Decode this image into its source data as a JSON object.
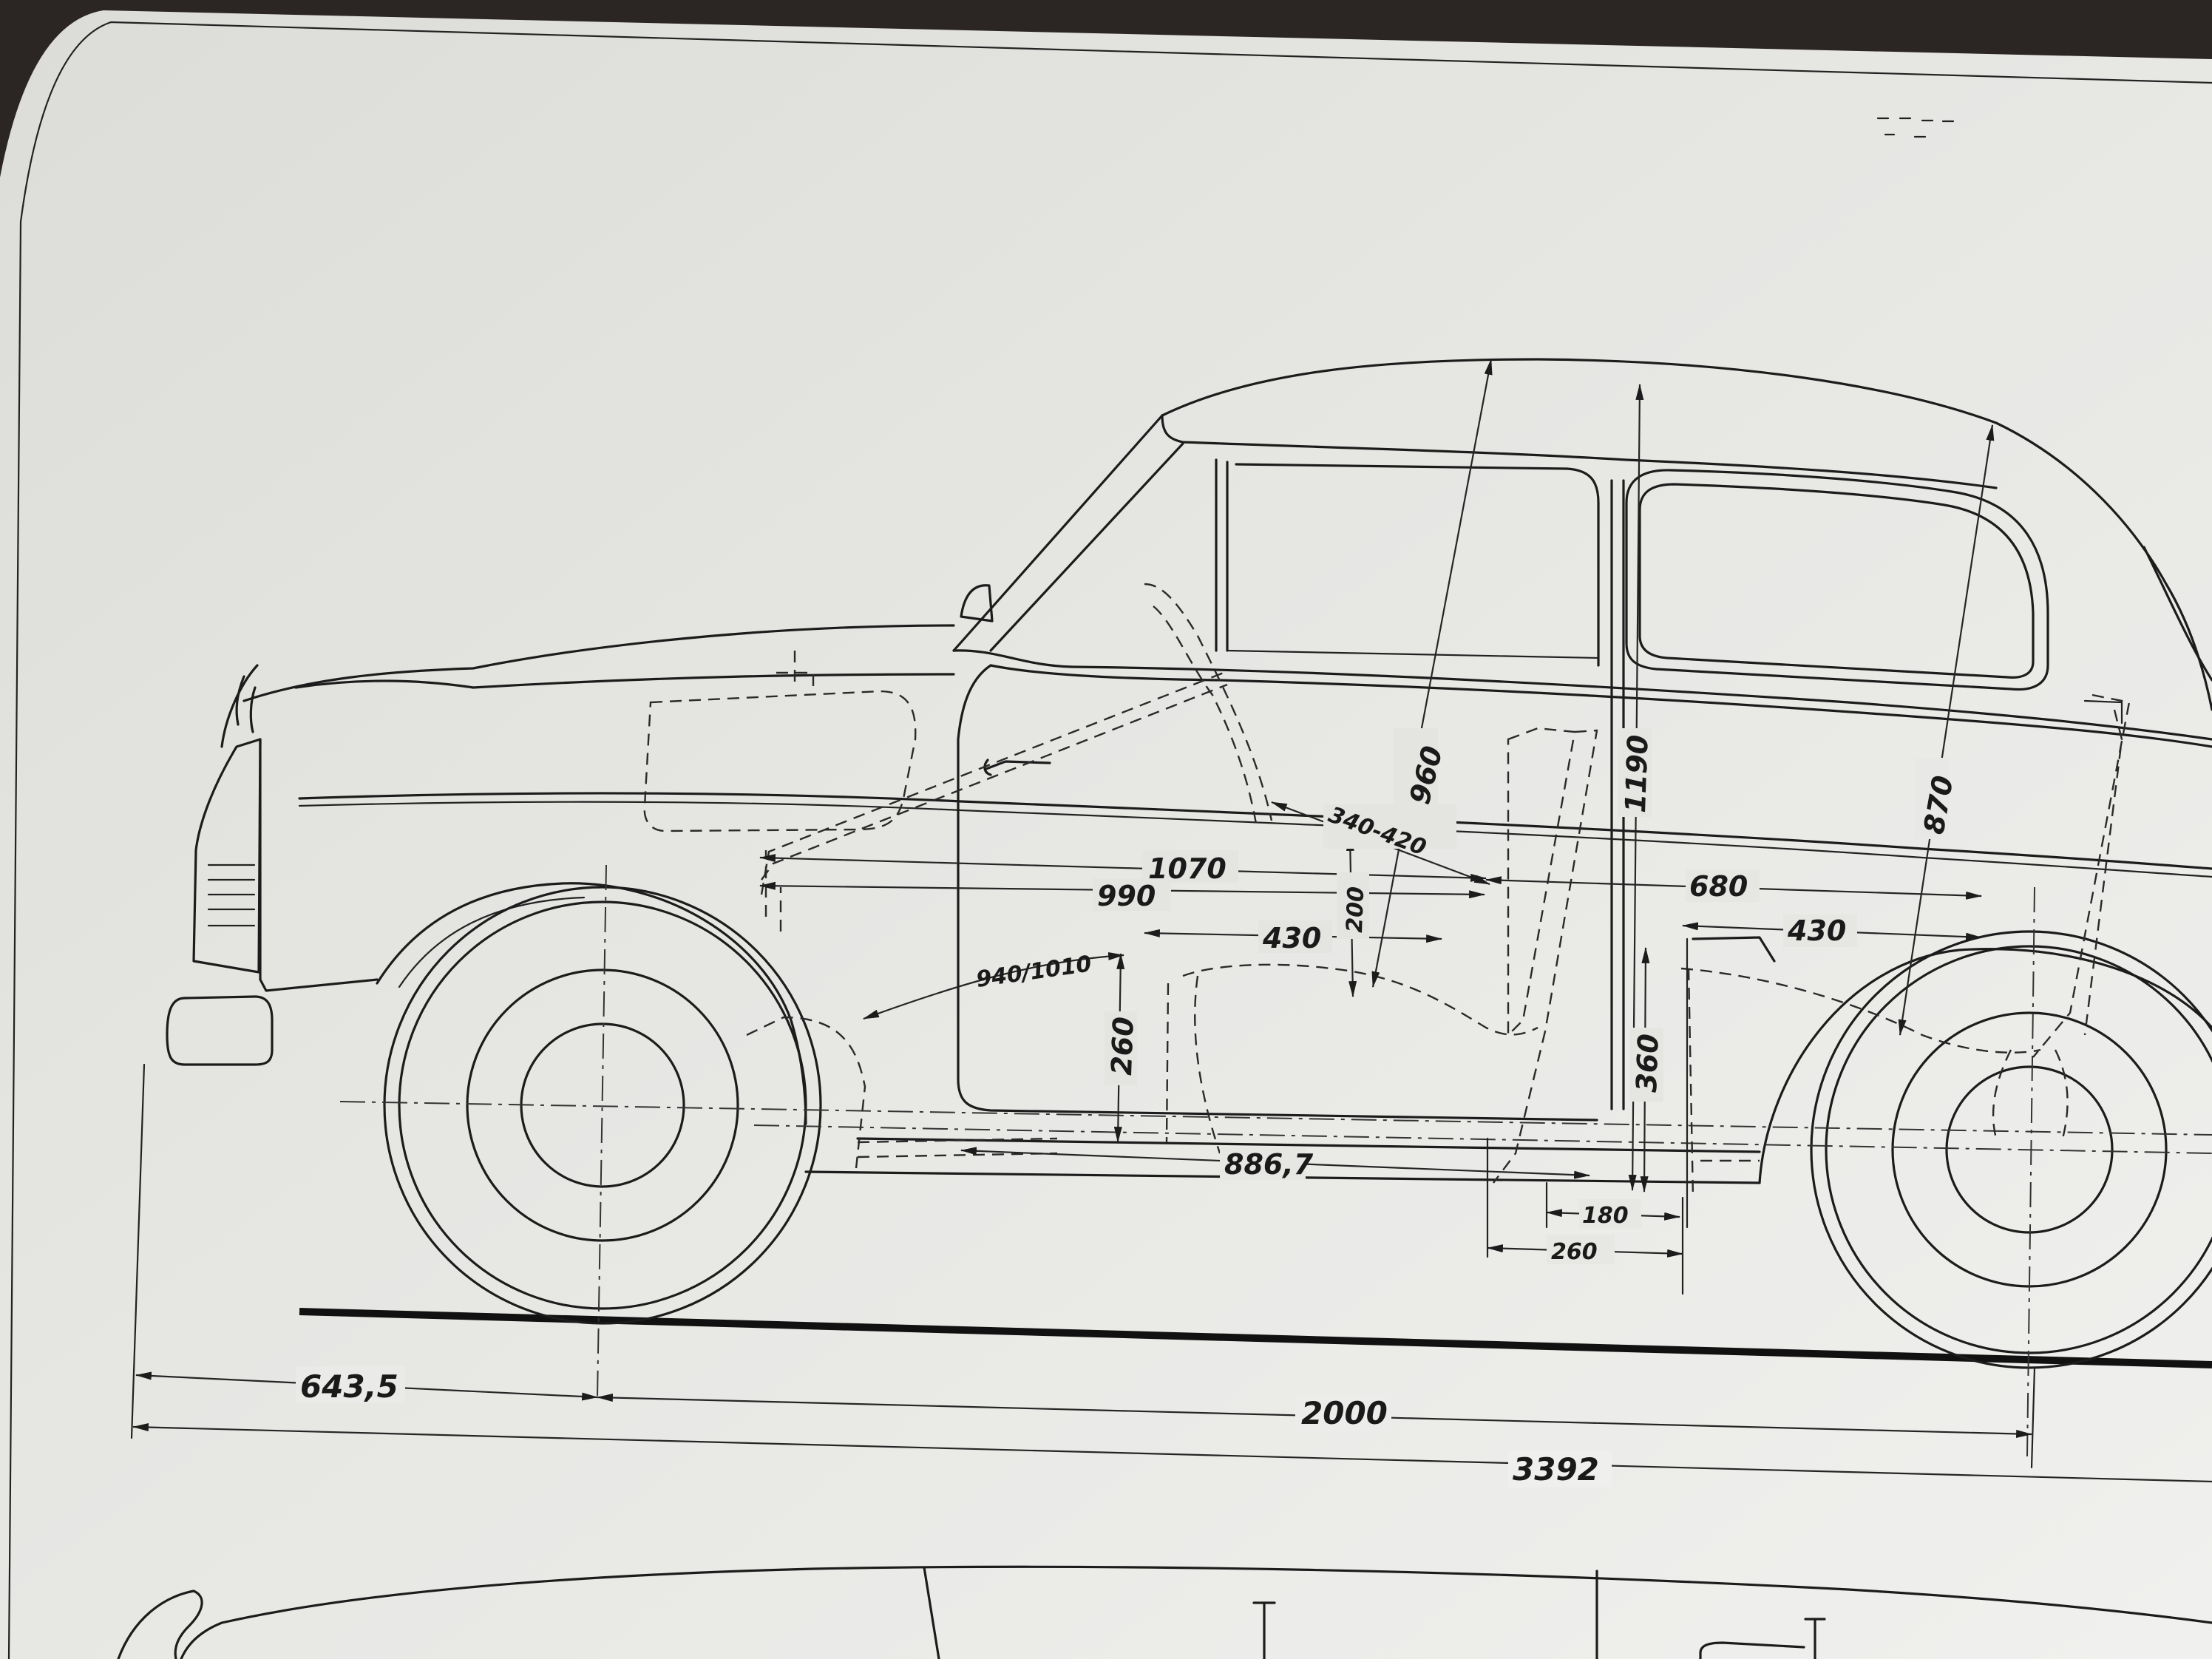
{
  "drawing": {
    "dimensions": {
      "roof_height": "960",
      "total_height": "1190",
      "rear_roof": "870",
      "seat_adjust": "340-420",
      "front_interior_length": "1070",
      "front_interior_length_2": "990",
      "rear_knee": "680",
      "seat_depth_front": "430",
      "seat_depth_rear": "430",
      "seat_vertical": "200",
      "pedal_reach": "940/1010",
      "seat_height_front": "260",
      "seat_height_rear": "360",
      "floor_length": "886,7",
      "rear_offset_small": "180",
      "rear_offset_large": "260",
      "front_overhang": "643,5",
      "wheelbase": "2000",
      "overall_length": "3392"
    }
  }
}
